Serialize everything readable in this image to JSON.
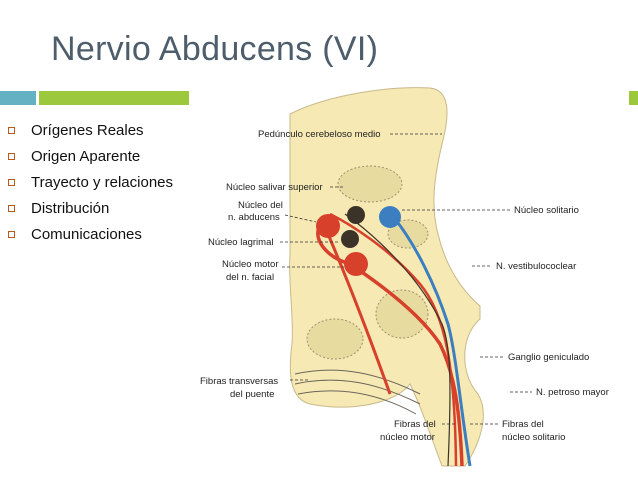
{
  "slide": {
    "title": "Nervio Abducens (VI)",
    "bullets": [
      "Orígenes Reales",
      "Origen Aparente",
      "Trayecto y relaciones",
      "Distribución",
      "Comunicaciones"
    ]
  },
  "figure": {
    "labels": {
      "pedunculo": "Pedúnculo cerebeloso medio",
      "salivar": "Núcleo salivar superior",
      "abducens_1": "Núcleo del",
      "abducens_2": "n. abducens",
      "lagrimal": "Núcleo lagrimal",
      "motor_1": "Núcleo motor",
      "motor_2": "del n. facial",
      "solitario": "Núcleo solitario",
      "vestibulococlear": "N. vestibulococlear",
      "geniculado": "Ganglio geniculado",
      "petroso": "N. petroso mayor",
      "transversas_1": "Fibras transversas",
      "transversas_2": "del puente",
      "fibras_motor_1": "Fibras del",
      "fibras_motor_2": "núcleo motor",
      "fibras_solitario_1": "Fibras del",
      "fibras_solitario_2": "núcleo solitario"
    },
    "colors": {
      "background": "#f6e9b4",
      "red_fibers": "#d7402a",
      "blue_fibers": "#3b7fc0",
      "dark_nuclei": "#3b3328",
      "accent_teal": "#65b1c4",
      "accent_green": "#9bc83c"
    }
  }
}
